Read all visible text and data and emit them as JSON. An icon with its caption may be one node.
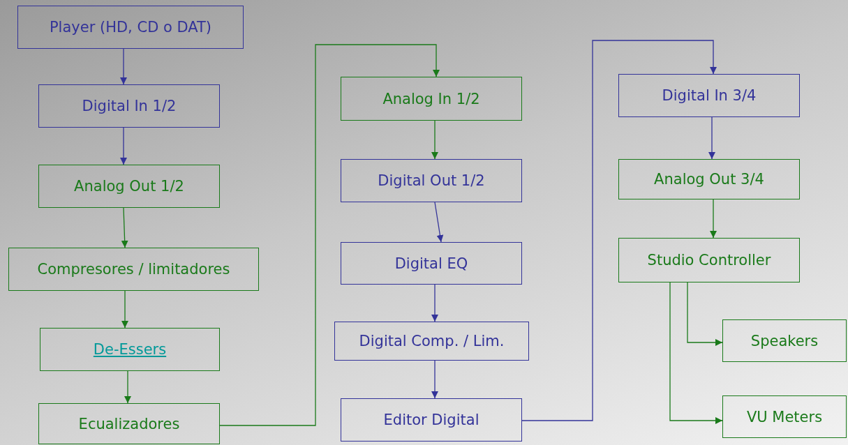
{
  "diagram": {
    "nodes": [
      {
        "text": [
          "Player (HD, CD o DAT)"
        ]
      },
      {
        "text": [
          "Digital In 1/2"
        ]
      },
      {
        "text": [
          "Analog Out 1/2"
        ]
      },
      {
        "text": [
          "Compresores / limitadores"
        ]
      },
      {
        "text": [
          "De-Essers"
        ]
      },
      {
        "text": [
          "Ecualizadores"
        ]
      },
      {
        "text": [
          "Analog In 1/2"
        ]
      },
      {
        "text": [
          "Digital Out 1/2"
        ]
      },
      {
        "text": [
          "Digital EQ"
        ]
      },
      {
        "text": [
          "Digital Comp. / Lim."
        ]
      },
      {
        "text": [
          "Editor Digital"
        ]
      },
      {
        "text": [
          "Digital In 3/4"
        ]
      },
      {
        "text": [
          "Analog Out 3/4"
        ]
      },
      {
        "text": [
          "Studio Controller"
        ]
      },
      {
        "text": [
          "Speakers"
        ]
      },
      {
        "text": [
          "VU Meters"
        ]
      }
    ],
    "edges": [
      {
        "from": 0,
        "to": 1,
        "arrow": "to",
        "color": "#333399"
      },
      {
        "from": 1,
        "to": 2,
        "arrow": "to",
        "color": "#333399"
      },
      {
        "from": 2,
        "to": 3,
        "arrow": "to",
        "color": "#1a7a1a"
      },
      {
        "from": 3,
        "to": 4,
        "arrow": "to",
        "color": "#1a7a1a"
      },
      {
        "from": 4,
        "to": 5,
        "arrow": "to",
        "color": "#1a7a1a"
      },
      {
        "from": 5,
        "to": 6,
        "arrow": "to",
        "color": "#1a7a1a"
      },
      {
        "from": 6,
        "to": 7,
        "arrow": "to",
        "color": "#1a7a1a"
      },
      {
        "from": 7,
        "to": 8,
        "arrow": "to",
        "color": "#333399"
      },
      {
        "from": 8,
        "to": 9,
        "arrow": "to",
        "color": "#333399"
      },
      {
        "from": 9,
        "to": 10,
        "arrow": "to",
        "color": "#333399"
      },
      {
        "from": 10,
        "to": 11,
        "arrow": "to",
        "color": "#333399"
      },
      {
        "from": 11,
        "to": 12,
        "arrow": "to",
        "color": "#333399"
      },
      {
        "from": 12,
        "to": 13,
        "arrow": "to",
        "color": "#1a7a1a"
      },
      {
        "from": 13,
        "to": 14,
        "arrow": "to",
        "color": "#1a7a1a"
      },
      {
        "from": 13,
        "to": 15,
        "arrow": "to",
        "color": "#1a7a1a"
      }
    ]
  }
}
